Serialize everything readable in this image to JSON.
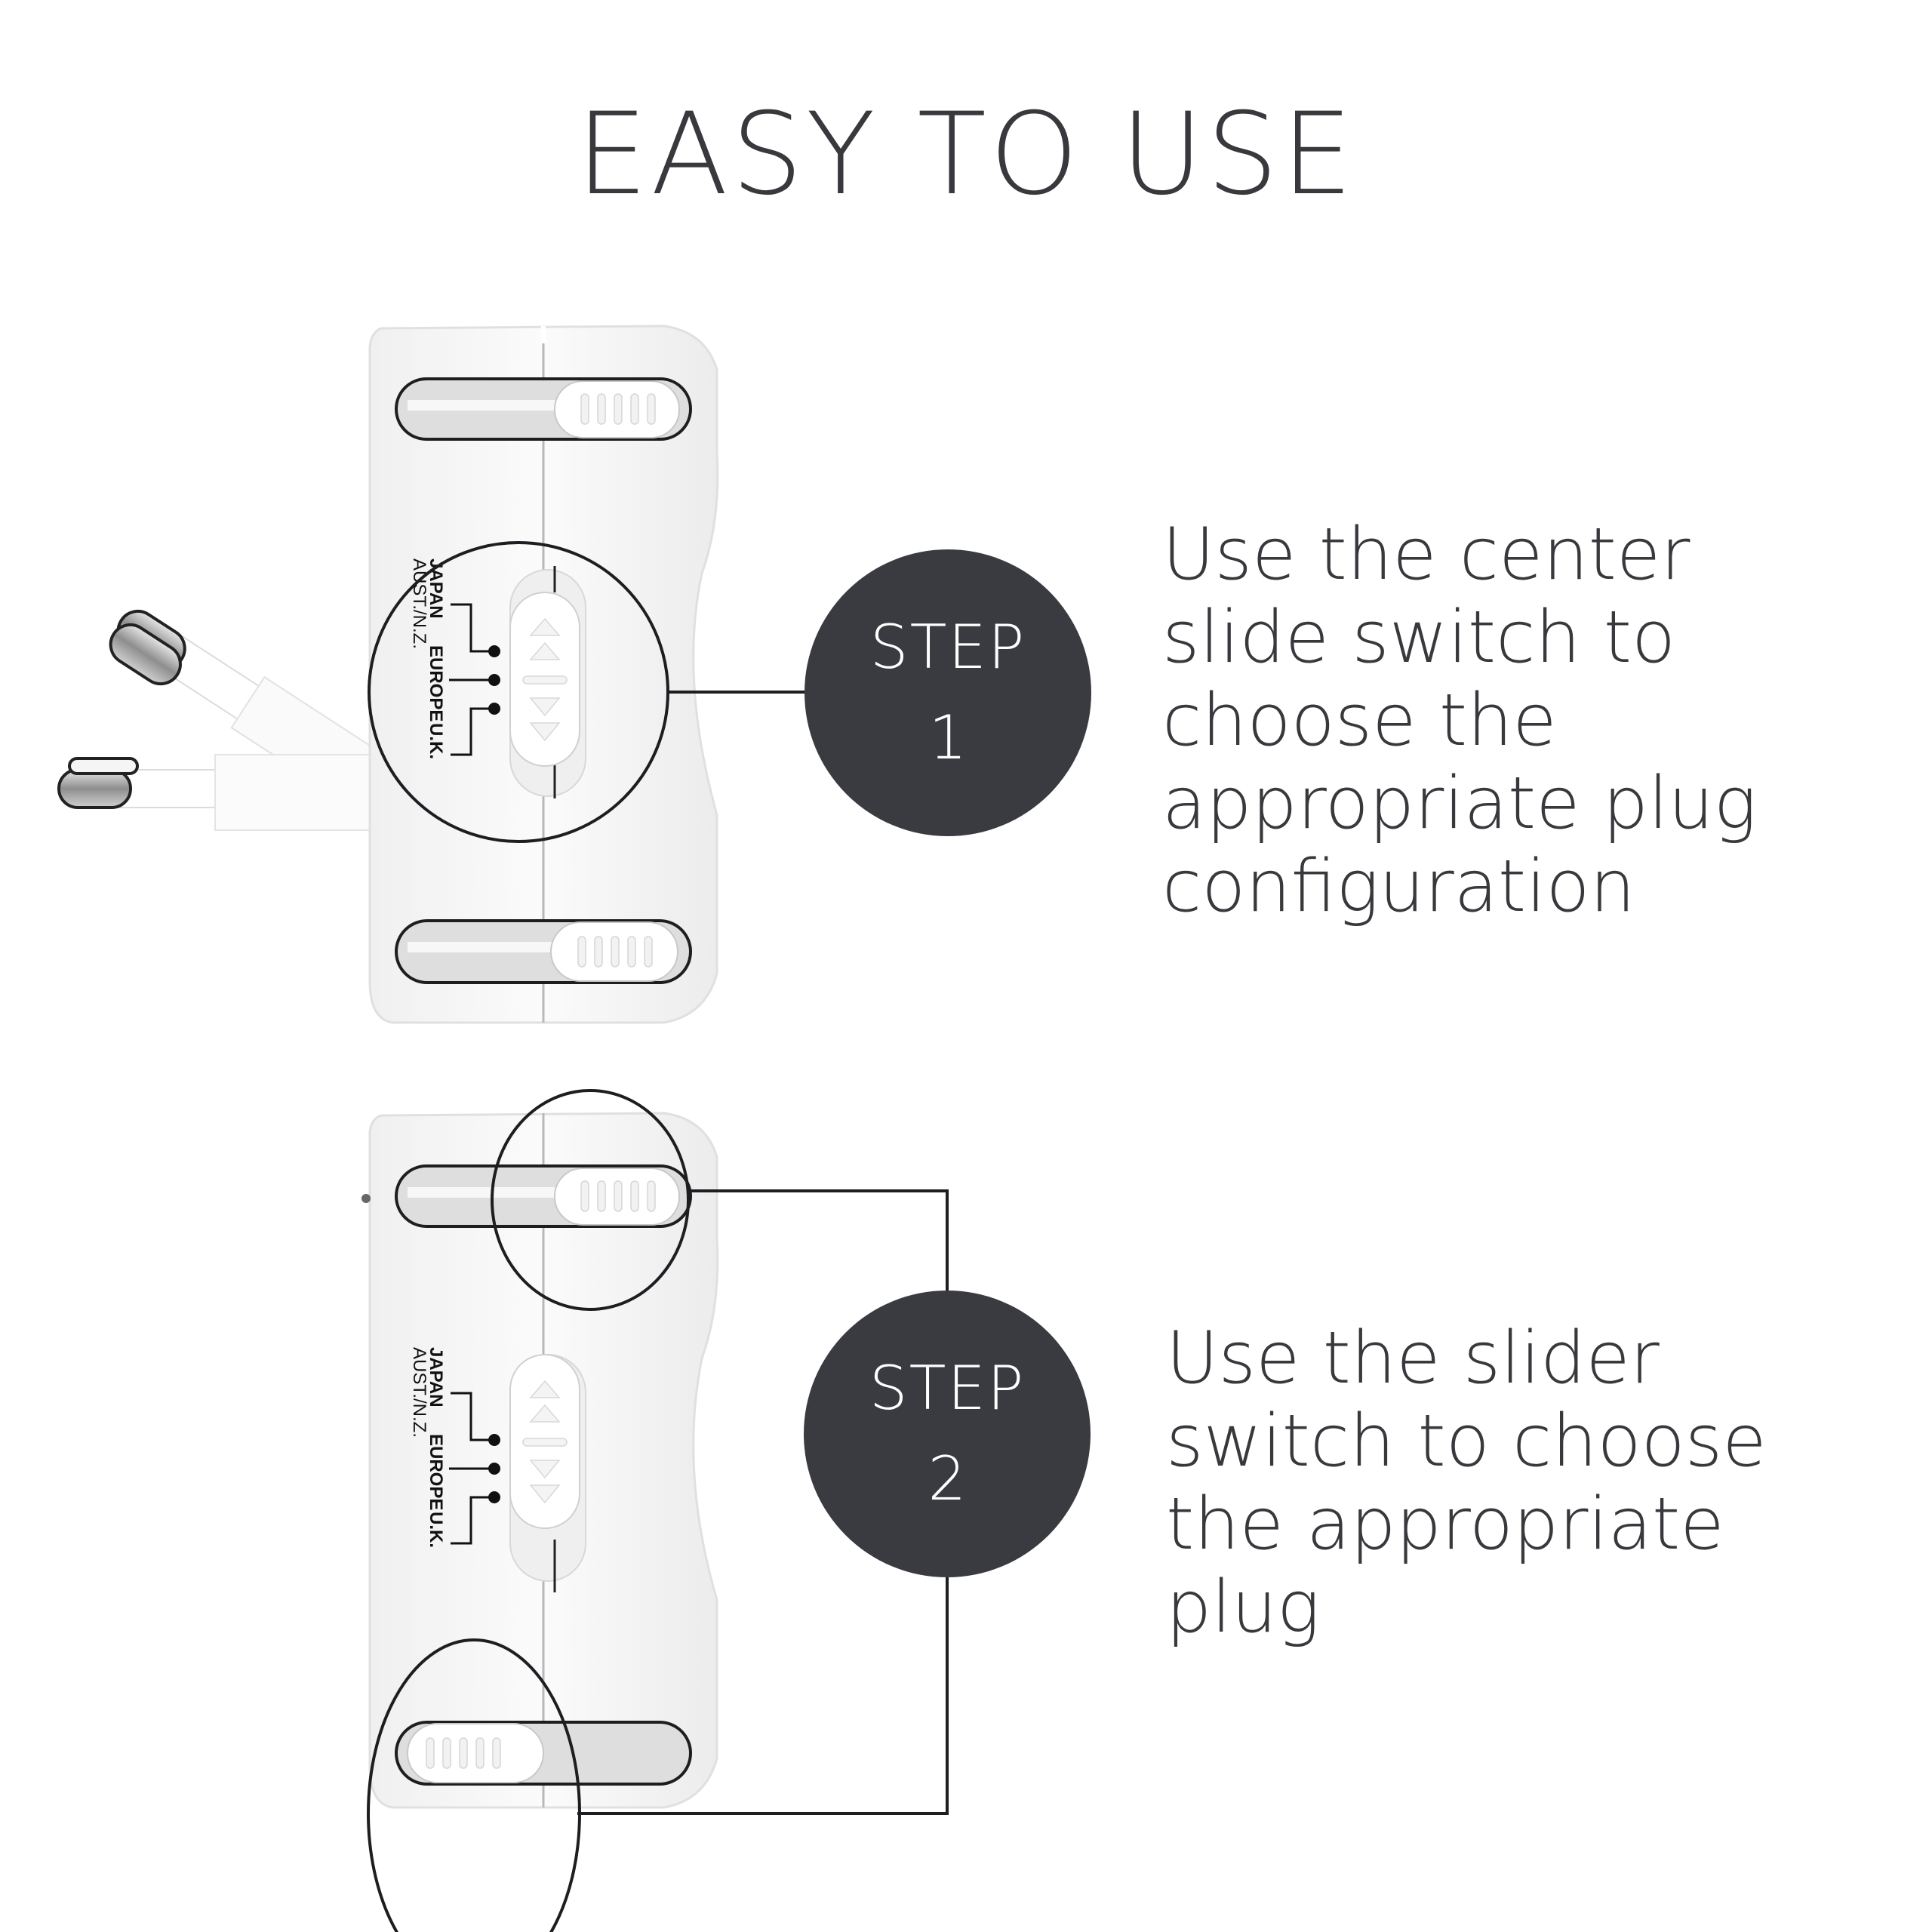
{
  "title": "EASY TO USE",
  "colors": {
    "text": "#38383d",
    "badge": "#3a3b40",
    "badge_text": "#ffffff",
    "device": "#f4f4f4",
    "outline": "#2a2a2e"
  },
  "device_labels": {
    "japan": "JAPAN",
    "aust_nz": "AUST./N.Z.",
    "europe": "EUROPE",
    "uk": "U.K."
  },
  "steps": [
    {
      "badge_word": "STEP",
      "badge_number": "1",
      "description": "Use the center\nslide switch to\nchoose the\nappropriate plug\nconfiguration"
    },
    {
      "badge_word": "STEP",
      "badge_number": "2",
      "description": "Use the slider\nswitch to choose\nthe appropriate\nplug"
    }
  ]
}
